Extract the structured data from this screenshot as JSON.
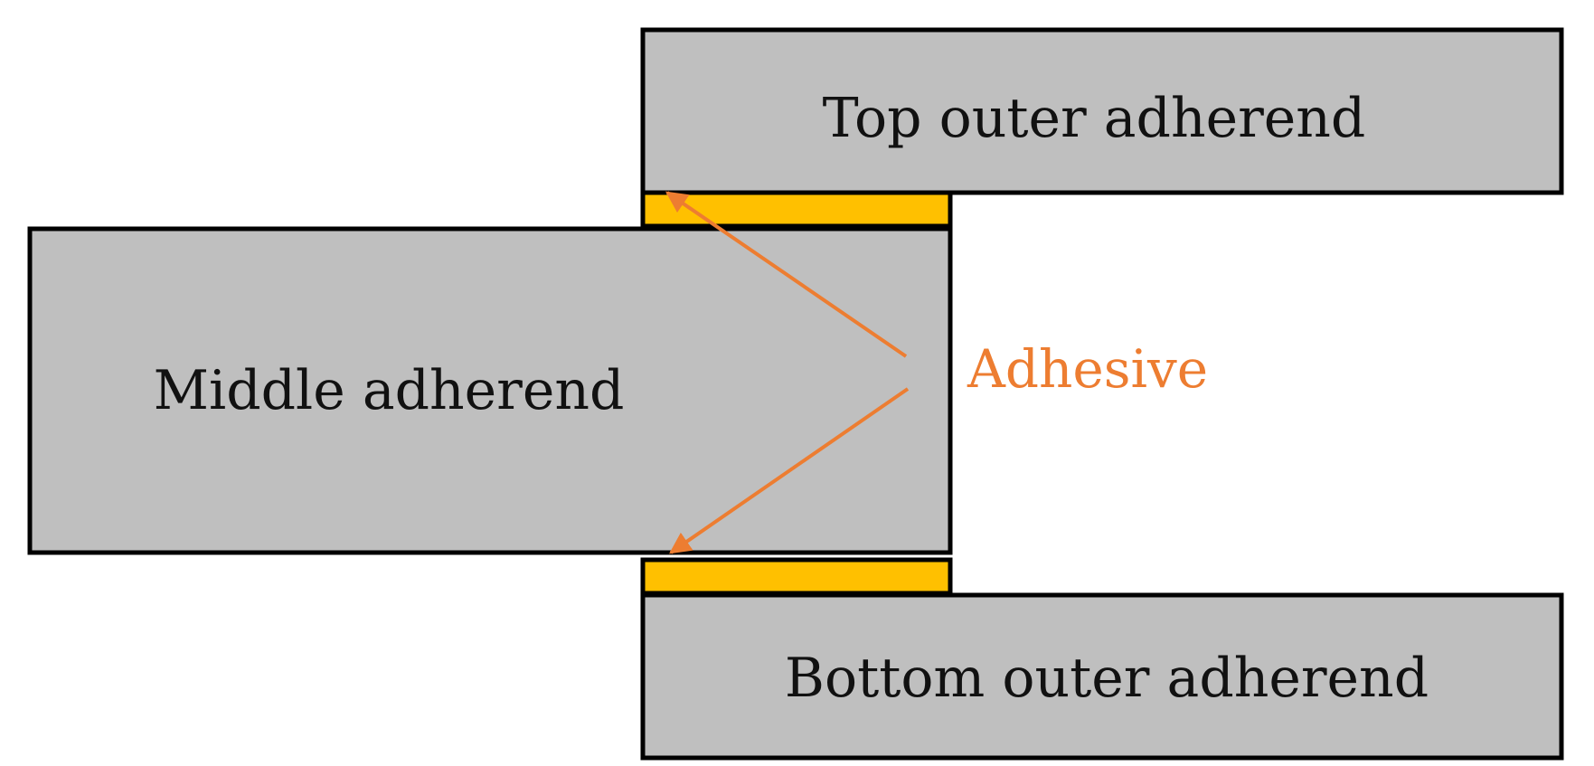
{
  "labels": {
    "top_outer": "Top outer adherend",
    "middle": "Middle adherend",
    "bottom_outer": "Bottom outer adherend",
    "adhesive": "Adhesive"
  },
  "colors": {
    "adherend_fill": "#bfbfbf",
    "adherend_stroke": "#000000",
    "adhesive_fill": "#ffc000",
    "annotation": "#ed7d31"
  }
}
